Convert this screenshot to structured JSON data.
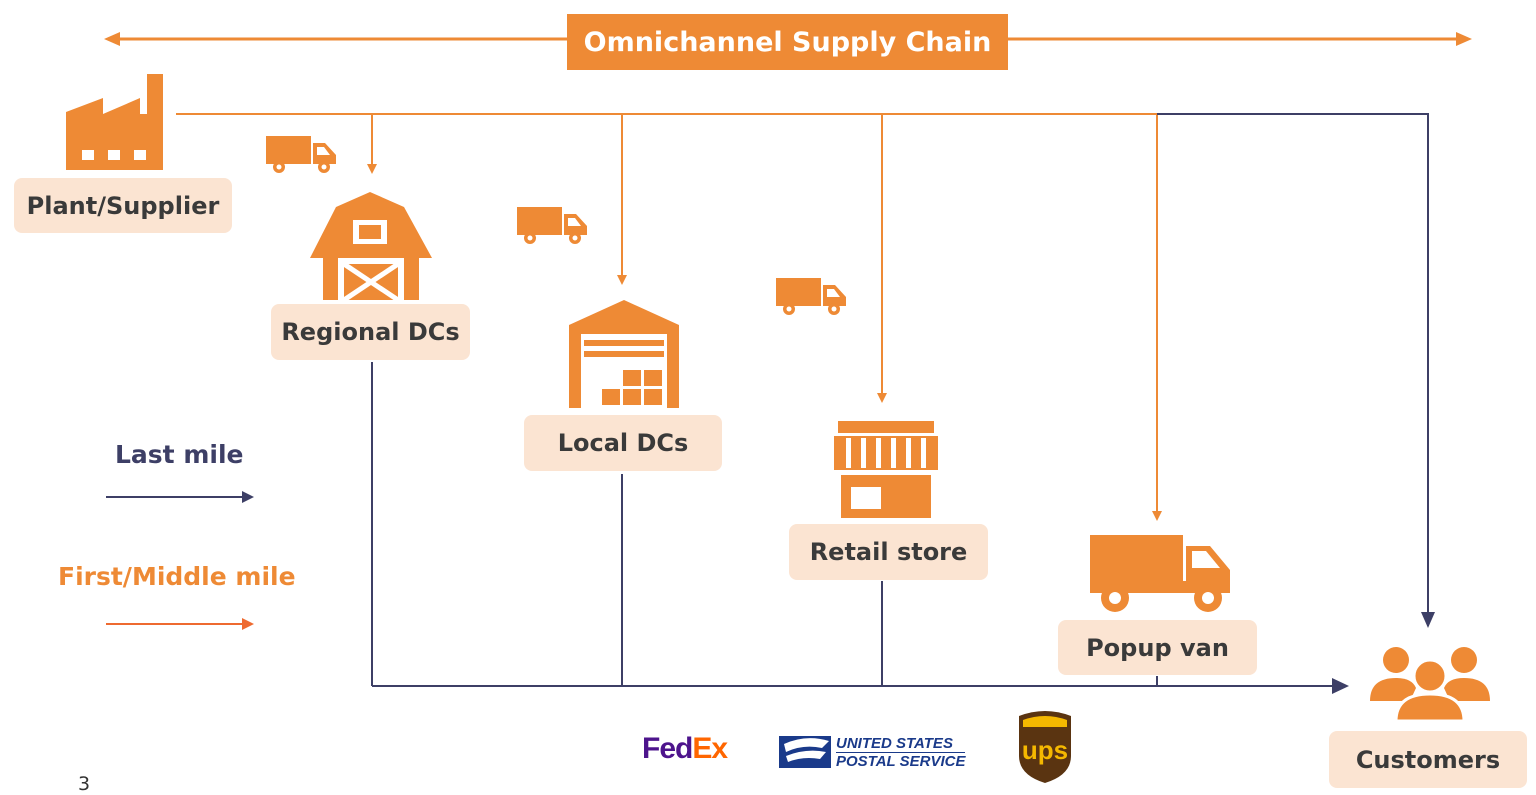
{
  "title": "Omnichannel Supply Chain",
  "nodes": {
    "plant": "Plant/Supplier",
    "regional_dcs": "Regional DCs",
    "local_dcs": "Local DCs",
    "retail_store": "Retail store",
    "popup_van": "Popup van",
    "customers": "Customers"
  },
  "legend": {
    "last_mile": "Last mile",
    "first_middle_mile": "First/Middle mile"
  },
  "carriers": {
    "fedex_fed": "Fed",
    "fedex_ex": "Ex",
    "usps_line1": "UNITED STATES",
    "usps_line2": "POSTAL SERVICE",
    "ups": "ups"
  },
  "page_number": "3",
  "colors": {
    "orange": "#ee8a35",
    "navy": "#3d3f66",
    "label_bg": "#fbe4d2",
    "fedex_purple": "#4d148c",
    "fedex_orange": "#ff6600",
    "usps_blue": "#1a3a8a",
    "ups_brown": "#5a3411",
    "ups_gold": "#f5b800"
  },
  "icons": [
    "factory-icon",
    "truck-icon",
    "barn-icon",
    "warehouse-icon",
    "store-icon",
    "van-icon",
    "people-icon"
  ]
}
